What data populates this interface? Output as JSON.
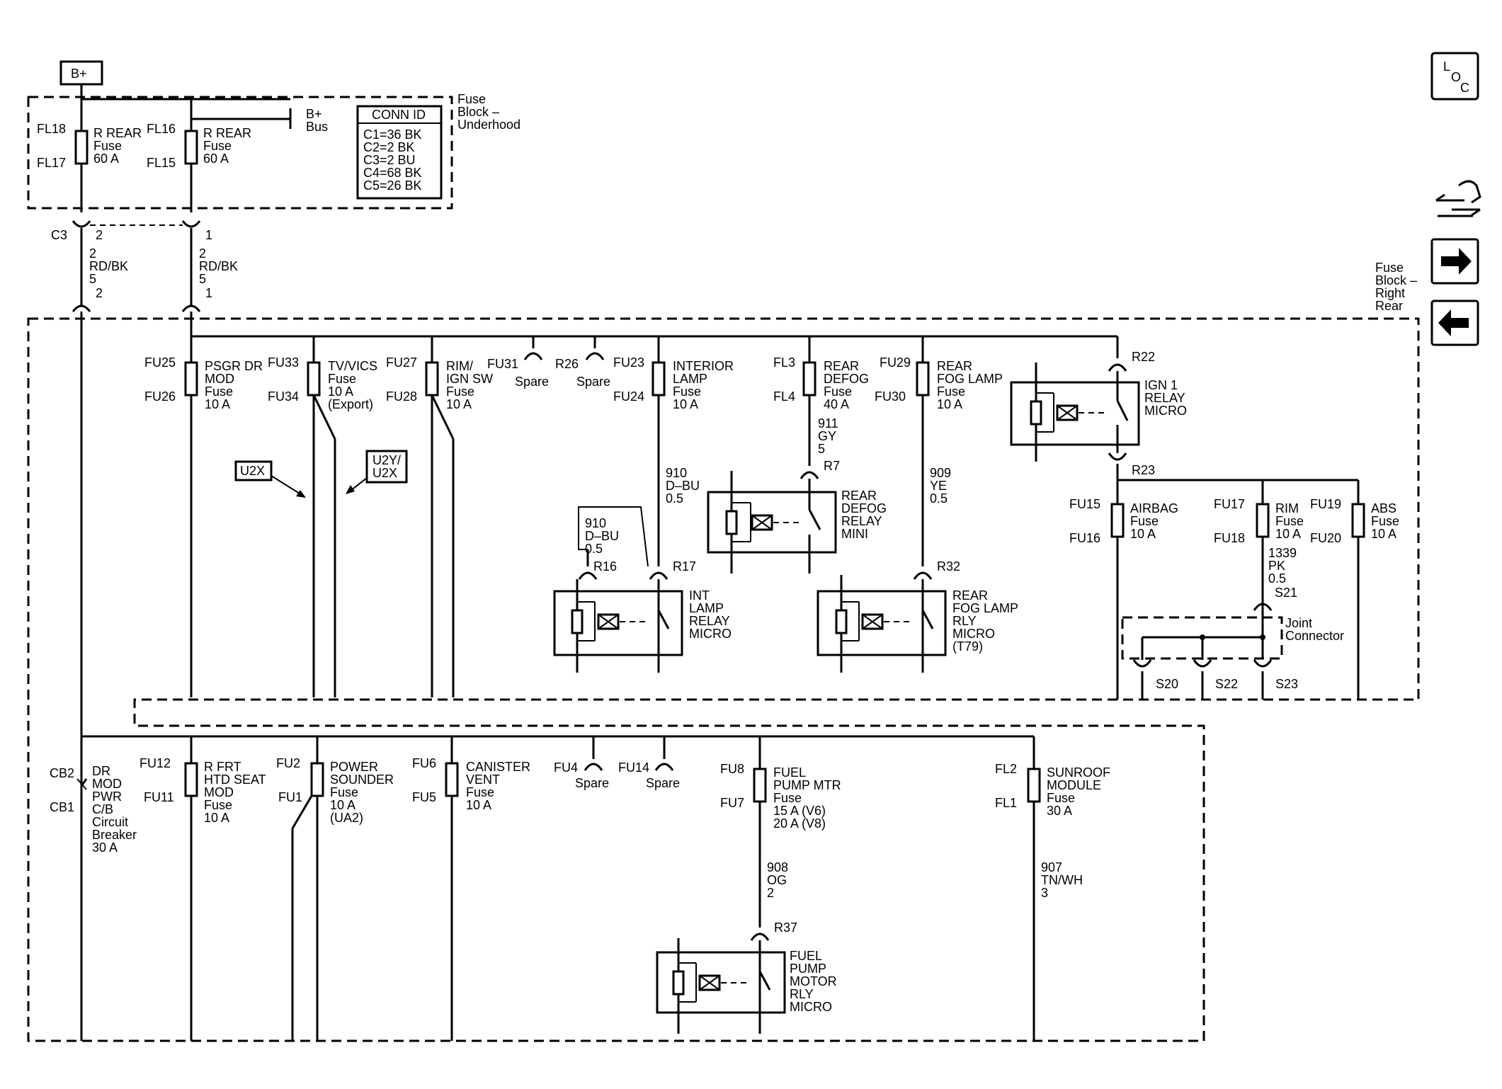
{
  "bplus_label": "B+",
  "nav": {
    "loc_l": "L",
    "loc_o": "O",
    "loc_c": "C"
  },
  "underhood": {
    "block_label": [
      "Fuse",
      "Block –",
      "Underhood"
    ],
    "bus_label": [
      "B+",
      "Bus"
    ],
    "conn_id_title": "CONN ID",
    "conn_ids": [
      "C1=36 BK",
      "C2=2 BK",
      "C3=2 BU",
      "C4=68 BK",
      "C5=26 BK"
    ],
    "fuse_a": {
      "top": "FL18",
      "bottom": "FL17",
      "lines": [
        "R REAR",
        "Fuse",
        "60 A"
      ]
    },
    "fuse_b": {
      "top": "FL16",
      "bottom": "FL15",
      "lines": [
        "R REAR",
        "Fuse",
        "60 A"
      ]
    }
  },
  "connectors": {
    "c3": "C3",
    "pin_a": "2",
    "pin_b": "1",
    "wire_a": [
      "2",
      "RD/BK",
      "5"
    ],
    "wire_b": [
      "2",
      "RD/BK",
      "5"
    ],
    "lower_pin_a": "2",
    "lower_pin_b": "1"
  },
  "right_rear": {
    "block_label": [
      "Fuse",
      "Block –",
      "Right",
      "Rear"
    ],
    "fuses": [
      {
        "top": "FU25",
        "bottom": "FU26",
        "lines": [
          "PSGR DR",
          "MOD",
          "Fuse",
          "10 A"
        ]
      },
      {
        "top": "FU33",
        "bottom": "FU34",
        "lines": [
          "TV/VICS",
          "Fuse",
          "10 A",
          "(Export)"
        ]
      },
      {
        "top": "FU27",
        "bottom": "FU28",
        "lines": [
          "RIM/",
          "IGN SW",
          "Fuse",
          "10 A"
        ]
      },
      {
        "top": "FU23",
        "bottom": "FU24",
        "lines": [
          "INTERIOR",
          "LAMP",
          "Fuse",
          "10 A"
        ]
      },
      {
        "top": "FL3",
        "bottom": "FL4",
        "lines": [
          "REAR",
          "DEFOG",
          "Fuse",
          "40 A"
        ]
      },
      {
        "top": "FU29",
        "bottom": "FU30",
        "lines": [
          "REAR",
          "FOG LAMP",
          "Fuse",
          "10 A"
        ]
      }
    ],
    "spares": [
      {
        "id": "FU31",
        "label": "Spare"
      },
      {
        "id": "R26",
        "label": "Spare"
      }
    ],
    "u2x_label": "U2X",
    "u2y_label": [
      "U2Y/",
      "U2X"
    ],
    "wire_910a": [
      "910",
      "D–BU",
      "0.5"
    ],
    "wire_910b": [
      "910",
      "D–BU",
      "0.5"
    ],
    "wire_911": [
      "911",
      "GY",
      "5"
    ],
    "wire_909": [
      "909",
      "YE",
      "0.5"
    ],
    "r7": "R7",
    "r16": "R16",
    "r17": "R17",
    "r22": "R22",
    "r23": "R23",
    "r32": "R32",
    "relays": {
      "defog": [
        "REAR",
        "DEFOG",
        "RELAY",
        "MINI"
      ],
      "int": [
        "INT",
        "LAMP",
        "RELAY",
        "MICRO"
      ],
      "fog": [
        "REAR",
        "FOG LAMP",
        "RLY",
        "MICRO",
        "(T79)"
      ],
      "ign": [
        "IGN 1",
        "RELAY",
        "MICRO"
      ]
    },
    "ign_fuses": [
      {
        "top": "FU15",
        "bottom": "FU16",
        "lines": [
          "AIRBAG",
          "Fuse",
          "10 A"
        ]
      },
      {
        "top": "FU17",
        "bottom": "FU18",
        "lines": [
          "RIM",
          "Fuse",
          "10 A"
        ]
      },
      {
        "top": "FU19",
        "bottom": "FU20",
        "lines": [
          "ABS",
          "Fuse",
          "10 A"
        ]
      }
    ],
    "wire_1339": [
      "1339",
      "PK",
      "0.5"
    ],
    "s21": "S21",
    "s20": "S20",
    "s22": "S22",
    "s23": "S23",
    "joint_label": [
      "Joint",
      "Connector"
    ]
  },
  "lower": {
    "cb_top": "CB2",
    "cb_bottom": "CB1",
    "cb_lines": [
      "DR",
      "MOD",
      "PWR",
      "C/B",
      "Circuit",
      "Breaker",
      "30 A"
    ],
    "fuses": [
      {
        "top": "FU12",
        "bottom": "FU11",
        "lines": [
          "R FRT",
          "HTD SEAT",
          "MOD",
          "Fuse",
          "10 A"
        ]
      },
      {
        "top": "FU2",
        "bottom": "FU1",
        "lines": [
          "POWER",
          "SOUNDER",
          "Fuse",
          "10 A",
          "(UA2)"
        ]
      },
      {
        "top": "FU6",
        "bottom": "FU5",
        "lines": [
          "CANISTER",
          "VENT",
          "Fuse",
          "10 A"
        ]
      },
      {
        "top": "FU8",
        "bottom": "FU7",
        "lines": [
          "FUEL",
          "PUMP MTR",
          "Fuse",
          "15 A (V6)",
          "20 A (V8)"
        ]
      },
      {
        "top": "FL2",
        "bottom": "FL1",
        "lines": [
          "SUNROOF",
          "MODULE",
          "Fuse",
          "30 A"
        ]
      }
    ],
    "spares": [
      {
        "id": "FU4",
        "label": "Spare"
      },
      {
        "id": "FU14",
        "label": "Spare"
      }
    ],
    "wire_908": [
      "908",
      "OG",
      "2"
    ],
    "wire_907": [
      "907",
      "TN/WH",
      "3"
    ],
    "r37": "R37",
    "fuel_relay": [
      "FUEL",
      "PUMP",
      "MOTOR",
      "RLY",
      "MICRO"
    ]
  }
}
